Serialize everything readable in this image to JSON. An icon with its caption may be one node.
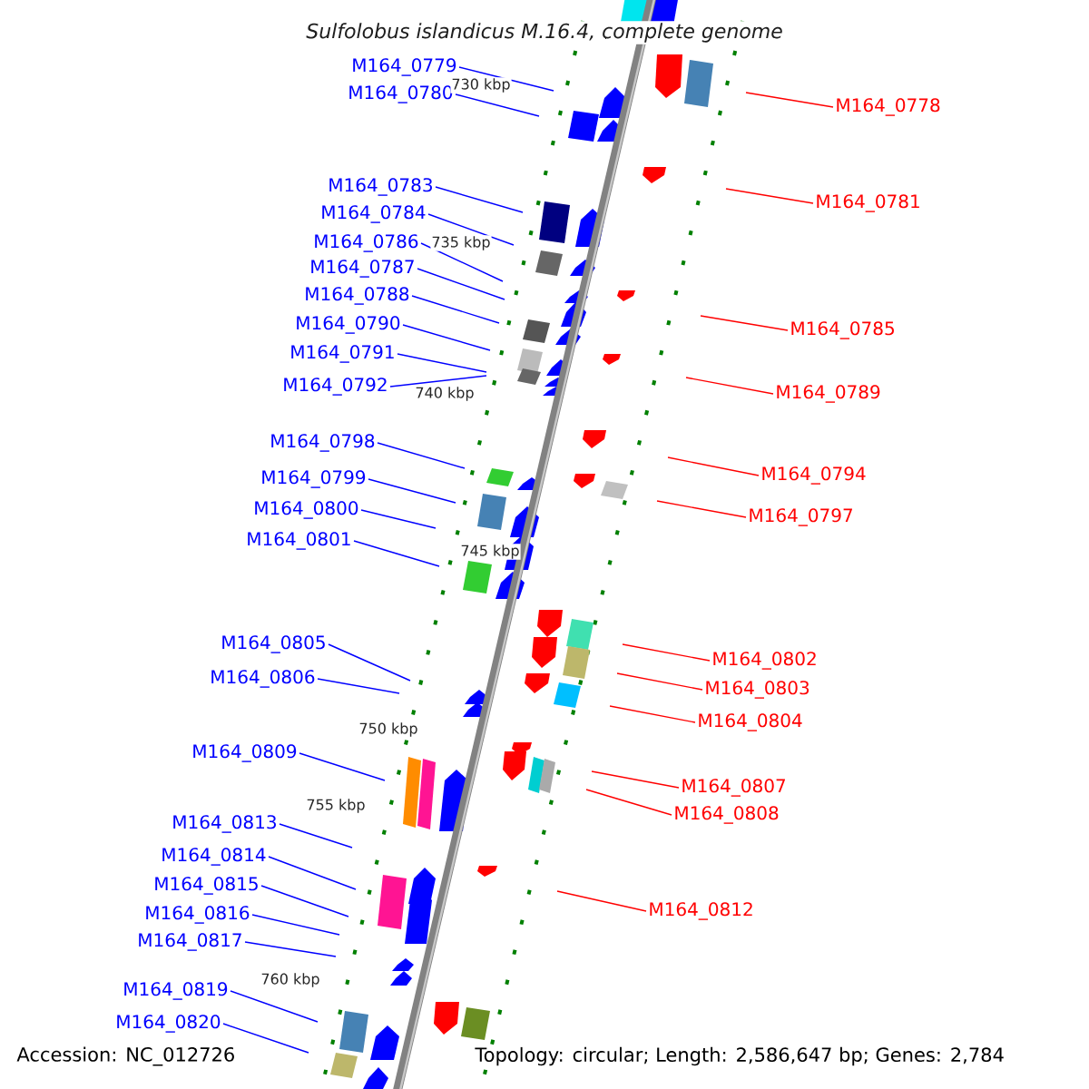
{
  "diagram": {
    "title": "Sulfolobus islandicus M.16.4, complete genome",
    "nodes": [
      {
        "text": [
          "M164_0779"
        ]
      },
      {
        "text": [
          "M164_0780"
        ]
      },
      {
        "text": [
          "M164_0778"
        ]
      },
      {
        "text": [
          "M164_0783"
        ]
      },
      {
        "text": [
          "M164_0781"
        ]
      },
      {
        "text": [
          "M164_0784"
        ]
      },
      {
        "text": [
          "M164_0786"
        ]
      },
      {
        "text": [
          "M164_0787"
        ]
      },
      {
        "text": [
          "M164_0788"
        ]
      },
      {
        "text": [
          "M164_0790"
        ]
      },
      {
        "text": [
          "M164_0785"
        ]
      },
      {
        "text": [
          "M164_0791"
        ]
      },
      {
        "text": [
          "M164_0792"
        ]
      },
      {
        "text": [
          "M164_0789"
        ]
      },
      {
        "text": [
          "M164_0798"
        ]
      },
      {
        "text": [
          "M164_0794"
        ]
      },
      {
        "text": [
          "M164_0799"
        ]
      },
      {
        "text": [
          "M164_0800"
        ]
      },
      {
        "text": [
          "M164_0797"
        ]
      },
      {
        "text": [
          "M164_0801"
        ]
      },
      {
        "text": [
          "M164_0805"
        ]
      },
      {
        "text": [
          "M164_0802"
        ]
      },
      {
        "text": [
          "M164_0806"
        ]
      },
      {
        "text": [
          "M164_0803"
        ]
      },
      {
        "text": [
          "M164_0804"
        ]
      },
      {
        "text": [
          "M164_0809"
        ]
      },
      {
        "text": [
          "M164_0807"
        ]
      },
      {
        "text": [
          "M164_0808"
        ]
      },
      {
        "text": [
          "M164_0813"
        ]
      },
      {
        "text": [
          "M164_0814"
        ]
      },
      {
        "text": [
          "M164_0815"
        ]
      },
      {
        "text": [
          "M164_0812"
        ]
      },
      {
        "text": [
          "M164_0816"
        ]
      },
      {
        "text": [
          "M164_0817"
        ]
      },
      {
        "text": [
          "M164_0819"
        ]
      },
      {
        "text": [
          "M164_0820"
        ]
      }
    ],
    "edges": [
      {
        "from": 0,
        "to": null,
        "arrow": "none"
      },
      {
        "from": 1,
        "to": null,
        "arrow": "none"
      },
      {
        "from": 2,
        "to": null,
        "arrow": "none",
        "color": "#ff0000"
      },
      {
        "from": 3,
        "to": null,
        "arrow": "none"
      },
      {
        "from": 4,
        "to": null,
        "arrow": "none",
        "color": "#ff0000"
      },
      {
        "from": 5,
        "to": null,
        "arrow": "none"
      },
      {
        "from": 6,
        "to": null,
        "arrow": "none"
      },
      {
        "from": 7,
        "to": null,
        "arrow": "none"
      },
      {
        "from": 8,
        "to": null,
        "arrow": "none"
      },
      {
        "from": 9,
        "to": null,
        "arrow": "none"
      },
      {
        "from": 10,
        "to": null,
        "arrow": "none",
        "color": "#ff0000"
      },
      {
        "from": 11,
        "to": null,
        "arrow": "none"
      },
      {
        "from": 12,
        "to": null,
        "arrow": "none"
      },
      {
        "from": 13,
        "to": null,
        "arrow": "none",
        "color": "#ff0000"
      },
      {
        "from": 14,
        "to": null,
        "arrow": "none"
      },
      {
        "from": 15,
        "to": null,
        "arrow": "none",
        "color": "#ff0000"
      },
      {
        "from": 16,
        "to": null,
        "arrow": "none"
      },
      {
        "from": 17,
        "to": null,
        "arrow": "none"
      },
      {
        "from": 18,
        "to": null,
        "arrow": "none",
        "color": "#ff0000"
      },
      {
        "from": 19,
        "to": null,
        "arrow": "none"
      },
      {
        "from": 20,
        "to": null,
        "arrow": "none"
      },
      {
        "from": 21,
        "to": null,
        "arrow": "none",
        "color": "#ff0000"
      },
      {
        "from": 22,
        "to": null,
        "arrow": "none"
      },
      {
        "from": 23,
        "to": null,
        "arrow": "none",
        "color": "#ff0000"
      },
      {
        "from": 24,
        "to": null,
        "arrow": "none",
        "color": "#ff0000"
      },
      {
        "from": 25,
        "to": null,
        "arrow": "none"
      },
      {
        "from": 26,
        "to": null,
        "arrow": "none",
        "color": "#ff0000"
      },
      {
        "from": 27,
        "to": null,
        "arrow": "none",
        "color": "#ff0000"
      },
      {
        "from": 28,
        "to": null,
        "arrow": "none"
      },
      {
        "from": 29,
        "to": null,
        "arrow": "none"
      },
      {
        "from": 30,
        "to": null,
        "arrow": "none"
      },
      {
        "from": 31,
        "to": null,
        "arrow": "none",
        "color": "#ff0000"
      },
      {
        "from": 32,
        "to": null,
        "arrow": "none"
      },
      {
        "from": 33,
        "to": null,
        "arrow": "none"
      },
      {
        "from": 34,
        "to": null,
        "arrow": "none"
      },
      {
        "from": 35,
        "to": null,
        "arrow": "none"
      }
    ],
    "labels": [
      "730 kbp",
      "735 kbp",
      "740 kbp",
      "745 kbp",
      "750 kbp",
      "755 kbp",
      "760 kbp",
      "Accession: NC_012726",
      "Topology: circular; Length: 2,586,647 bp; Genes: 2,784"
    ]
  }
}
